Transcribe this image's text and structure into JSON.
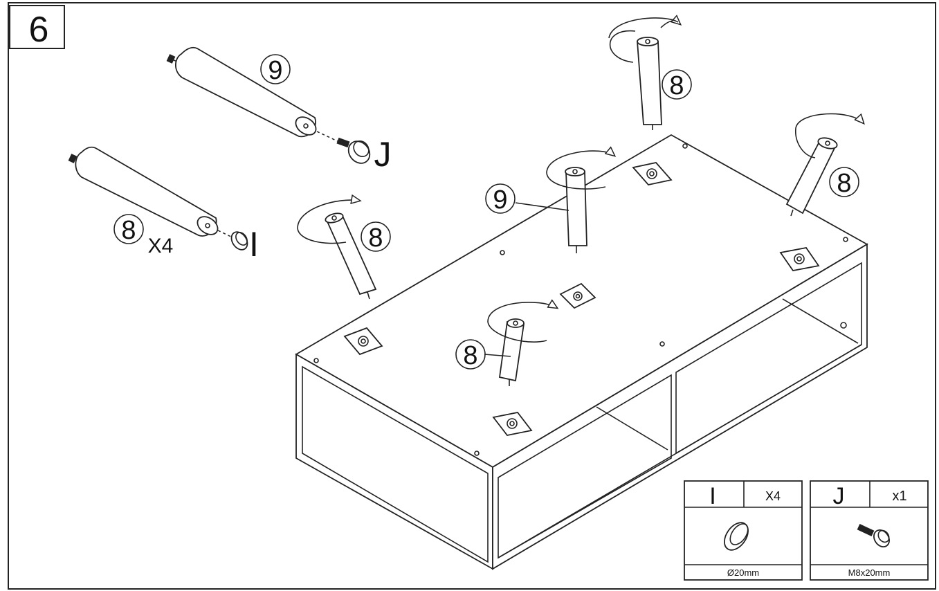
{
  "step": {
    "number": "6"
  },
  "callouts": {
    "leg_short": "8",
    "leg_long": "9",
    "leg_quantity": "X4",
    "part_i_letter": "I",
    "part_j_letter": "J"
  },
  "parts_table": [
    {
      "letter": "I",
      "quantity": "X4",
      "size": "Ø20mm"
    },
    {
      "letter": "J",
      "quantity": "x1",
      "size": "M8x20mm"
    }
  ]
}
